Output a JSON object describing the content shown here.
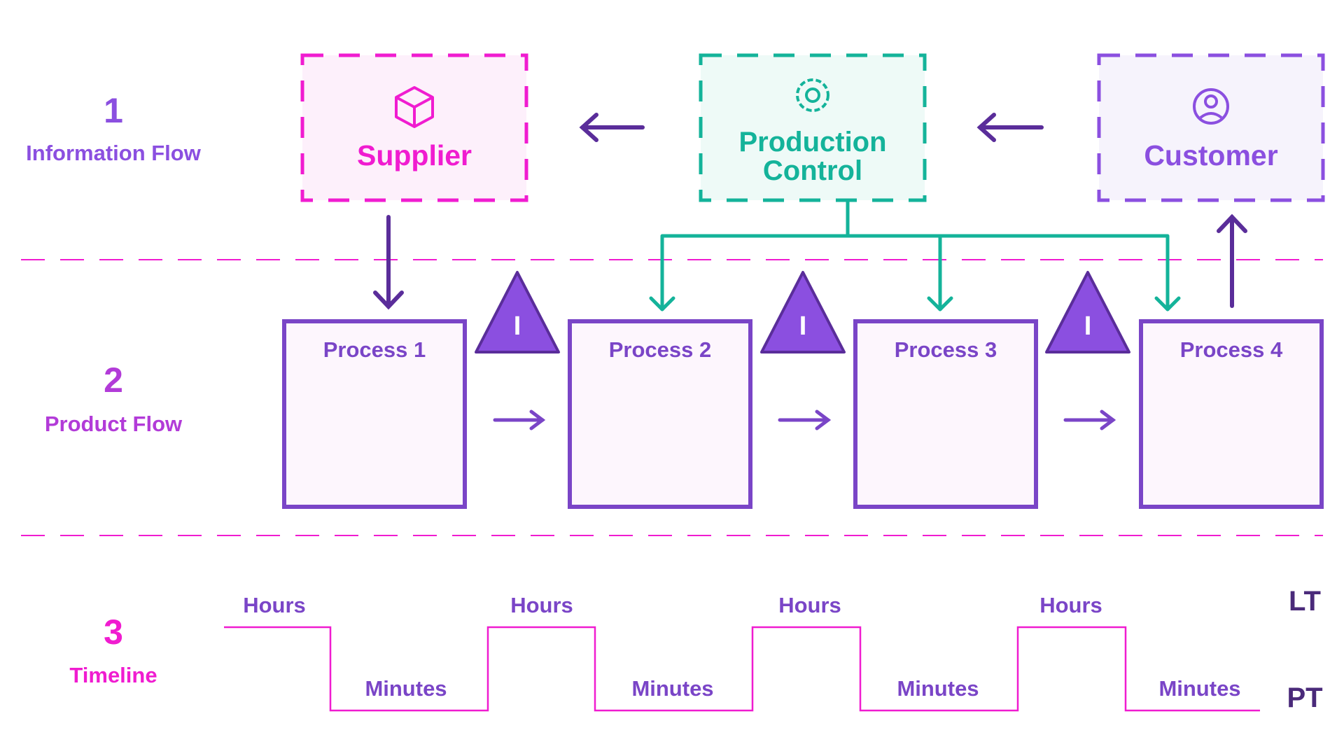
{
  "colors": {
    "purple": "#7a45c7",
    "dark_purple": "#5a2d9a",
    "violet": "#8b4fe0",
    "magenta": "#f01cd0",
    "teal": "#14b39a",
    "process_fill": "#fdf6fd",
    "supplier_fill": "#fdf0fb",
    "control_fill": "#eefaf7",
    "customer_fill": "#f6f3fc"
  },
  "sections": [
    {
      "number": "1",
      "label": "Information Flow"
    },
    {
      "number": "2",
      "label": "Product Flow"
    },
    {
      "number": "3",
      "label": "Timeline"
    }
  ],
  "entities": {
    "supplier": {
      "label": "Supplier",
      "icon": "box-icon"
    },
    "production_control": {
      "label_line1": "Production",
      "label_line2": "Control",
      "icon": "gear-icon"
    },
    "customer": {
      "label": "Customer",
      "icon": "user-icon"
    }
  },
  "processes": [
    {
      "label": "Process 1"
    },
    {
      "label": "Process 2"
    },
    {
      "label": "Process 3"
    },
    {
      "label": "Process 4"
    }
  ],
  "inventory": [
    {
      "label": "I"
    },
    {
      "label": "I"
    },
    {
      "label": "I"
    }
  ],
  "timeline": {
    "upper_labels": [
      "Hours",
      "Hours",
      "Hours",
      "Hours"
    ],
    "lower_labels": [
      "Minutes",
      "Minutes",
      "Minutes",
      "Minutes"
    ],
    "lt_label": "LT",
    "pt_label": "PT"
  }
}
